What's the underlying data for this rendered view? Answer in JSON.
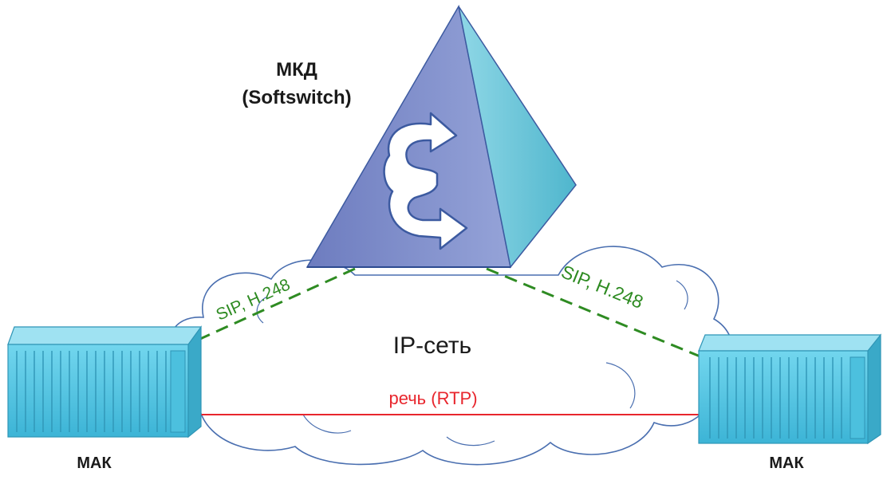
{
  "diagram": {
    "softswitch": {
      "title_line1": "МКД",
      "title_line2": "(Softswitch)"
    },
    "network": {
      "label": "IP-сеть"
    },
    "signaling": {
      "left_label": "SIP, H.248",
      "right_label": "SIP, H.248"
    },
    "media": {
      "label": "речь (RTP)"
    },
    "gateways": {
      "left_label": "МАК",
      "right_label": "МАК"
    },
    "colors": {
      "signaling": "#2e8b22",
      "media": "#e8262d",
      "pyramid_left": "#7f8ec9",
      "pyramid_right": "#5fc3d6",
      "gateway": "#5bcbe6"
    }
  }
}
